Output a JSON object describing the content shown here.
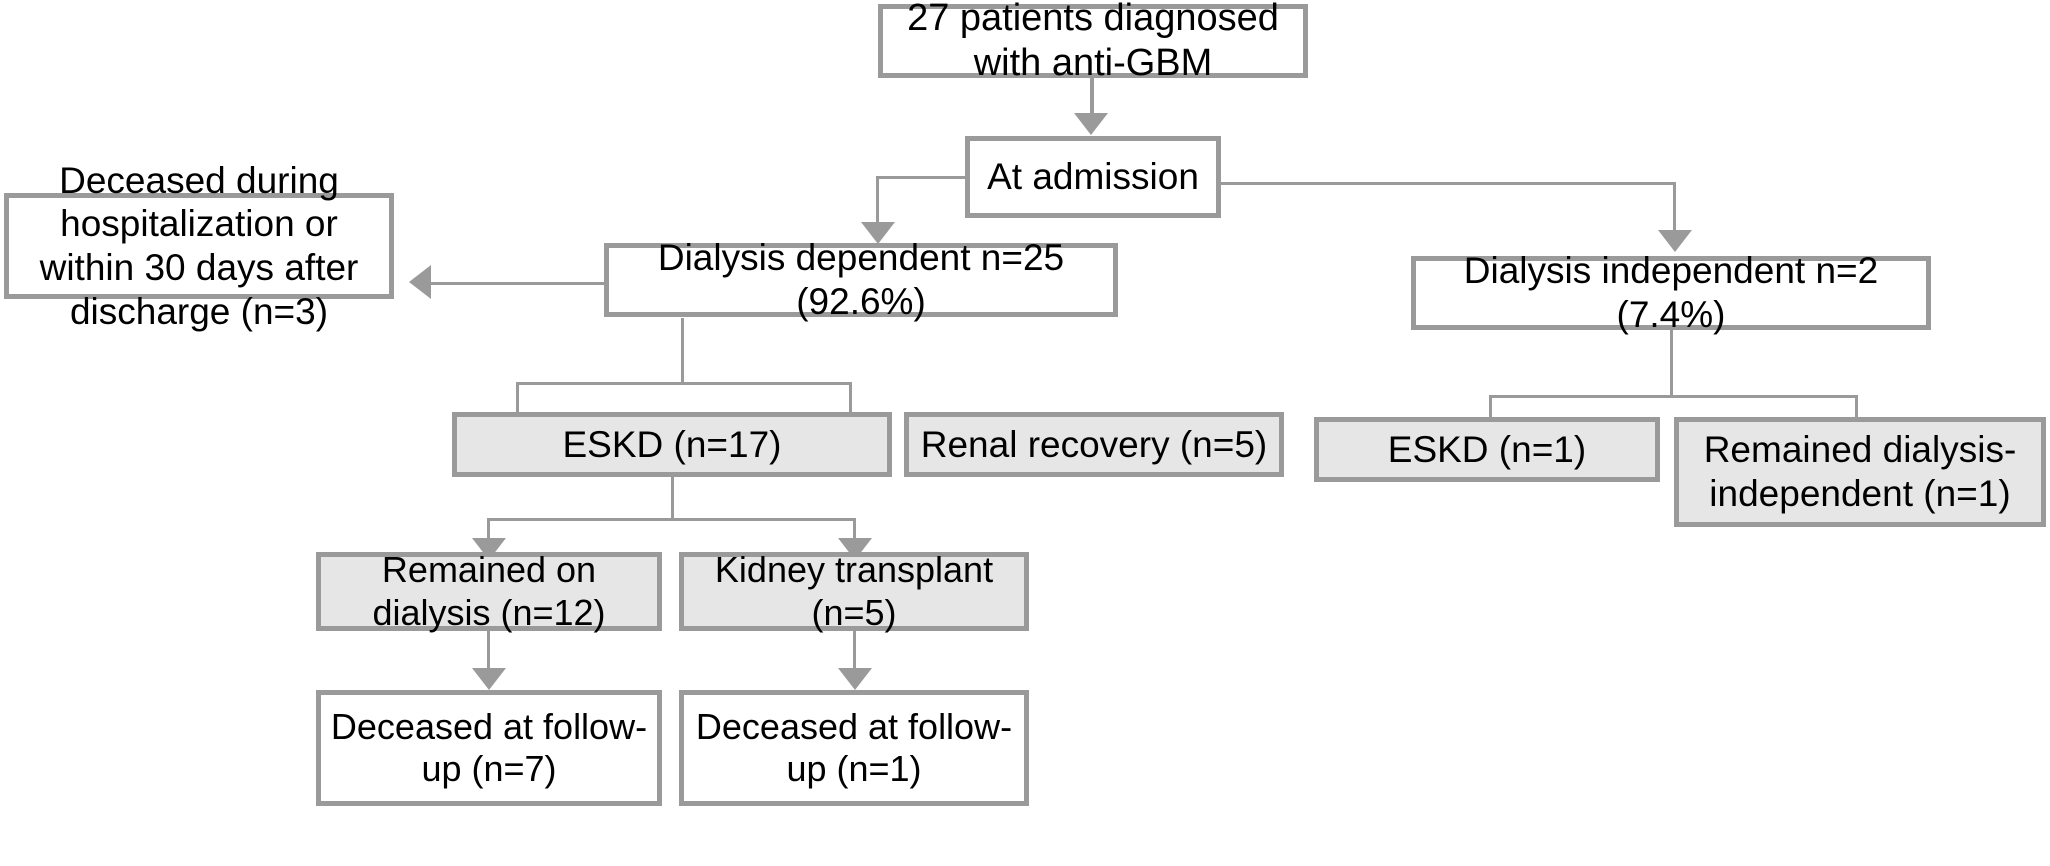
{
  "diagram": {
    "type": "flowchart",
    "title": "Patient flow of 27 anti-GBM patients",
    "colors": {
      "border": "#9a9a9a",
      "box_fill_white": "#ffffff",
      "box_fill_gray": "#e6e6e6",
      "text": "#000000",
      "connector": "#9a9a9a"
    },
    "nodes": {
      "root": "27 patients diagnosed with anti-GBM",
      "at_admission": "At admission",
      "deceased_hospital": "Deceased during hospitalization or within 30 days after discharge (n=3)",
      "dialysis_dependent": "Dialysis dependent n=25 (92.6%)",
      "dialysis_independent": "Dialysis independent n=2 (7.4%)",
      "eskd_17": "ESKD (n=17)",
      "renal_recovery_5": "Renal recovery (n=5)",
      "eskd_1": "ESKD (n=1)",
      "remained_dialysis_independent_1": "Remained dialysis-independent (n=1)",
      "remained_on_dialysis_12": "Remained on dialysis (n=12)",
      "kidney_transplant_5": "Kidney transplant (n=5)",
      "deceased_followup_7": "Deceased at follow-up (n=7)",
      "deceased_followup_1": "Deceased at follow-up (n=1)"
    },
    "edges": [
      {
        "from": "root",
        "to": "at_admission",
        "arrow": true
      },
      {
        "from": "at_admission",
        "to": "dialysis_dependent",
        "arrow": true
      },
      {
        "from": "at_admission",
        "to": "dialysis_independent",
        "arrow": true
      },
      {
        "from": "dialysis_dependent",
        "to": "deceased_hospital",
        "arrow": true
      },
      {
        "from": "dialysis_dependent",
        "to": "eskd_17",
        "arrow": false
      },
      {
        "from": "dialysis_dependent",
        "to": "renal_recovery_5",
        "arrow": false
      },
      {
        "from": "dialysis_independent",
        "to": "eskd_1",
        "arrow": false
      },
      {
        "from": "dialysis_independent",
        "to": "remained_dialysis_independent_1",
        "arrow": false
      },
      {
        "from": "eskd_17",
        "to": "remained_on_dialysis_12",
        "arrow": true
      },
      {
        "from": "eskd_17",
        "to": "kidney_transplant_5",
        "arrow": true
      },
      {
        "from": "remained_on_dialysis_12",
        "to": "deceased_followup_7",
        "arrow": true
      },
      {
        "from": "kidney_transplant_5",
        "to": "deceased_followup_1",
        "arrow": true
      }
    ]
  }
}
